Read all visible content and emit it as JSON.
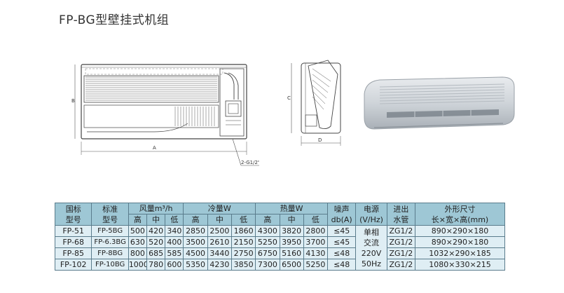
{
  "title": "FP-BG型壁挂式机组",
  "drawing": {
    "dim_a": "A",
    "dim_b": "B",
    "dim_c": "C",
    "dim_d": "D",
    "pipe_label": "2-G1/2\""
  },
  "table": {
    "headers": {
      "national_model_line1": "国标",
      "national_model_line2": "型号",
      "standard_model_line1": "标准",
      "standard_model_line2": "型号",
      "airflow": "风量m³/h",
      "cooling": "冷量W",
      "heating": "热量W",
      "noise_line1": "噪声",
      "noise_line2": "db(A)",
      "power_line1": "电源",
      "power_line2": "(V/Hz)",
      "pipe_line1": "进出",
      "pipe_line2": "水管",
      "size_line1": "外形尺寸",
      "size_line2": "长×宽×高(mm)",
      "high": "高",
      "mid": "中",
      "low": "低"
    },
    "power_line1": "单相",
    "power_line2": "交流",
    "power_line3": "220V",
    "power_line4": "50Hz",
    "rows": [
      {
        "model": "FP-51",
        "std": "FP-5BG",
        "air_h": "500",
        "air_m": "420",
        "air_l": "340",
        "cool_h": "2850",
        "cool_m": "2500",
        "cool_l": "1860",
        "heat_h": "4300",
        "heat_m": "3820",
        "heat_l": "2800",
        "noise": "≤45",
        "pipe": "ZG1/2",
        "size": "890×290×180"
      },
      {
        "model": "FP-68",
        "std": "FP-6.3BG",
        "air_h": "630",
        "air_m": "520",
        "air_l": "400",
        "cool_h": "3500",
        "cool_m": "2610",
        "cool_l": "2150",
        "heat_h": "5250",
        "heat_m": "3950",
        "heat_l": "3700",
        "noise": "≤45",
        "pipe": "ZG1/2",
        "size": "890×290×180"
      },
      {
        "model": "FP-85",
        "std": "FP-8BG",
        "air_h": "800",
        "air_m": "685",
        "air_l": "585",
        "cool_h": "4500",
        "cool_m": "3440",
        "cool_l": "2750",
        "heat_h": "6750",
        "heat_m": "5160",
        "heat_l": "4130",
        "noise": "≤48",
        "pipe": "ZG1/2",
        "size": "1032×290×185"
      },
      {
        "model": "FP-102",
        "std": "FP-10BG",
        "air_h": "1000",
        "air_m": "780",
        "air_l": "600",
        "cool_h": "5350",
        "cool_m": "4230",
        "cool_l": "3850",
        "heat_h": "7300",
        "heat_m": "6500",
        "heat_l": "5250",
        "noise": "≤48",
        "pipe": "ZG1/2",
        "size": "1080×330×215"
      }
    ]
  }
}
